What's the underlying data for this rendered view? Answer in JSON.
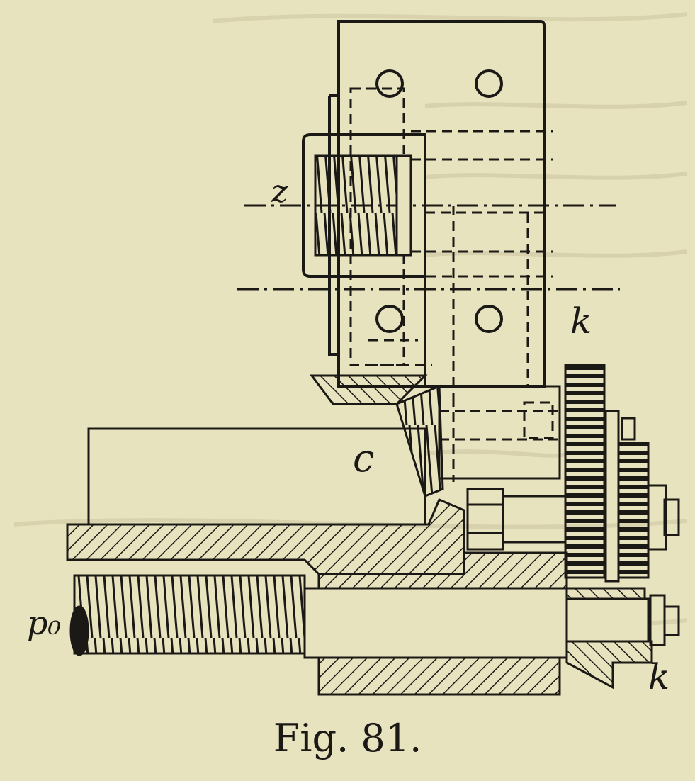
{
  "figure": {
    "caption": "Fig. 81.",
    "labels": {
      "z": "z",
      "k_top": "k",
      "c": "c",
      "p0": "p₀",
      "k_bottom": "k"
    }
  },
  "colors": {
    "paper": "#e8e3bf",
    "ink": "#1b1916",
    "ghost_text": "#cfc9a4"
  }
}
